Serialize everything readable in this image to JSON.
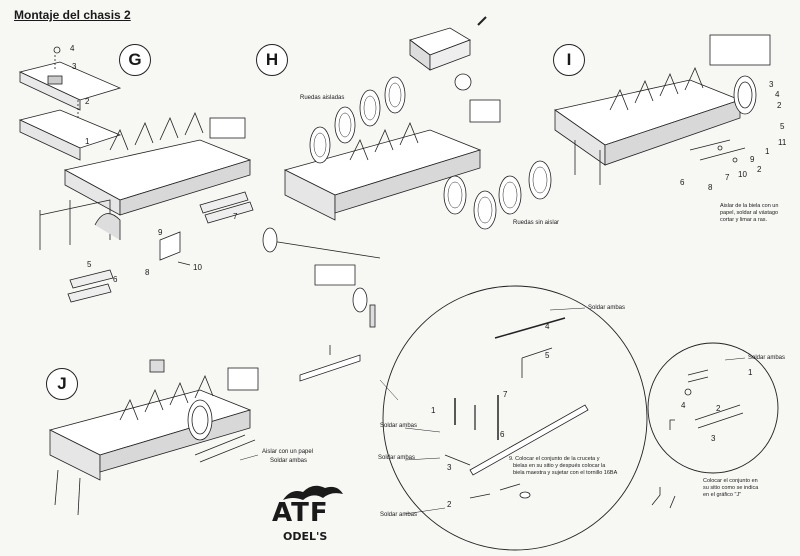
{
  "title": "Montaje del chasis 2",
  "steps": {
    "g": "G",
    "h": "H",
    "i": "I",
    "j": "J"
  },
  "labels": {
    "ruedas_aisladas": "Ruedas aisladas",
    "ruedas_sin_aislar": "Ruedas sin aislar",
    "soldar_ambas": "Soldar ambas",
    "aislar_papel": "Aislar con un papel",
    "note_i": [
      "Aislar de la biela con un",
      "papel, soldar al vástago",
      "cortar y limar a ras."
    ],
    "note_9": [
      "9.  Colocar el conjunto de la cruceta y",
      "bielas en su sitio y después colocar la",
      "biela maestra y sujetar con el tornillo 16BA"
    ],
    "note_colocar": [
      "Colocar el conjunto en",
      "su sitio como se indica",
      "en el gráfico \"J\""
    ]
  },
  "numbers": {
    "g": [
      "1",
      "2",
      "3",
      "4",
      "5",
      "6",
      "7",
      "8",
      "9",
      "10"
    ],
    "i": [
      "1",
      "2",
      "3",
      "4",
      "5",
      "6",
      "7",
      "8",
      "9",
      "10",
      "11"
    ],
    "big": [
      "1",
      "2",
      "3",
      "4",
      "5",
      "6",
      "7"
    ],
    "small": [
      "1",
      "2",
      "3",
      "4"
    ]
  },
  "logo": {
    "atf": "ATF",
    "models": "ODEL'S"
  },
  "colors": {
    "ink": "#1a1a1a",
    "paper": "#f7f7f4"
  }
}
